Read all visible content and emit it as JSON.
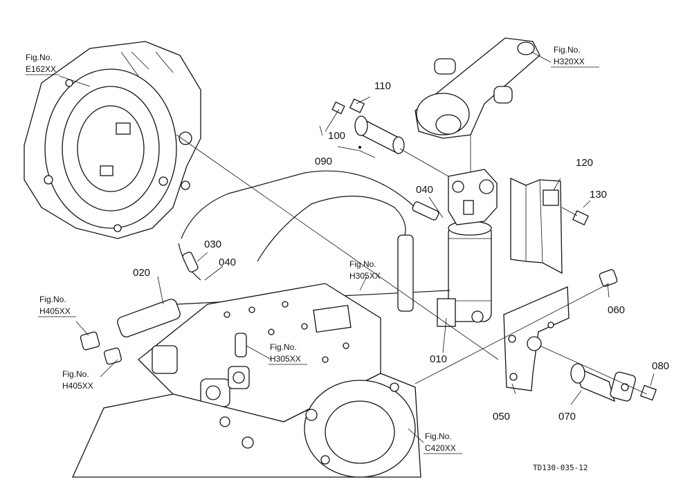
{
  "part_labels": [
    "010",
    "020",
    "030",
    "040",
    "040",
    "050",
    "060",
    "070",
    "080",
    "090",
    "100",
    "110",
    "120",
    "130"
  ],
  "figure_refs": {
    "fig_no_label": "Fig.No.",
    "e162": "E162XX",
    "h320": "H320XX",
    "h305_a": "H305XX",
    "h305_b": "H305XX",
    "h405_a": "H405XX",
    "h405_b": "H405XX",
    "c420": "C420XX"
  },
  "drawing_number": "TD130-035-12"
}
